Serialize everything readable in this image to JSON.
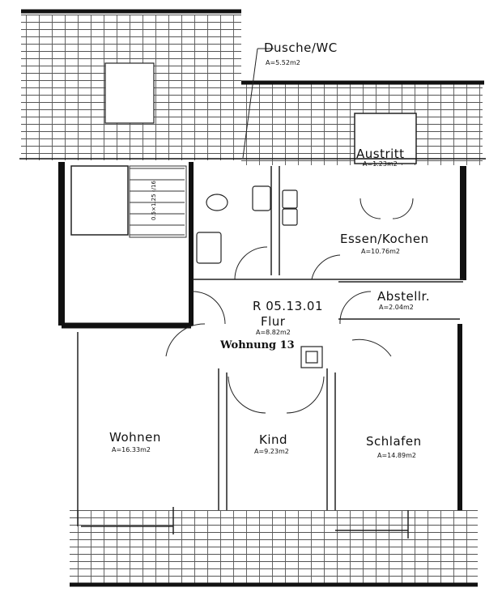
{
  "plan": {
    "unit_label": "Wohnung 13",
    "stair_note": "0.5×1.25 ‹/16",
    "rooms": [
      {
        "id": "dusche",
        "name": "Dusche/WC",
        "area": "A=5.52m2"
      },
      {
        "id": "austritt",
        "name": "Austritt",
        "area": "A=1.23m2"
      },
      {
        "id": "essen",
        "name": "Essen/Kochen",
        "area": "A=10.76m2"
      },
      {
        "id": "abstell",
        "name": "Abstellr.",
        "area": "A=2.04m2"
      },
      {
        "id": "flur",
        "code": "R 05.13.01",
        "name": "Flur",
        "area": "A=8.82m2"
      },
      {
        "id": "wohnen",
        "name": "Wohnen",
        "area": "A=16.33m2"
      },
      {
        "id": "kind",
        "name": "Kind",
        "area": "A=9.23m2"
      },
      {
        "id": "schlafen",
        "name": "Schlafen",
        "area": "A=14.89m2"
      }
    ]
  }
}
